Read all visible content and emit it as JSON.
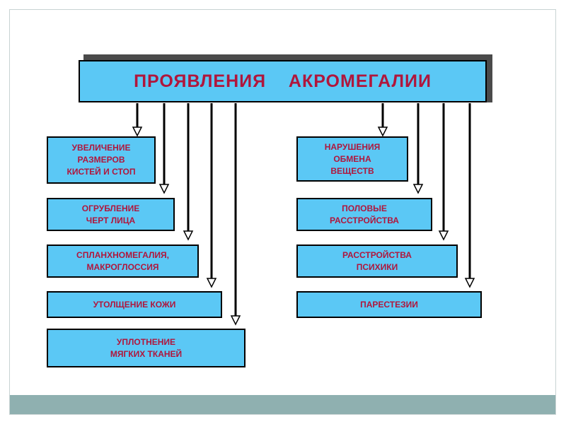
{
  "title": "ПРОЯВЛЕНИЯ    АКРОМЕГАЛИИ",
  "left_items": [
    "УВЕЛИЧЕНИЕ\nРАЗМЕРОВ\nКИСТЕЙ И СТОП",
    "ОГРУБЛЕНИЕ\nЧЕРТ ЛИЦА",
    "СПЛАНХНОМЕГАЛИЯ,\nМАКРОГЛОССИЯ",
    "УТОЛЩЕНИЕ  КОЖИ",
    "УПЛОТНЕНИЕ\nМЯГКИХ ТКАНЕЙ"
  ],
  "right_items": [
    "НАРУШЕНИЯ\nОБМЕНА\nВЕЩЕСТВ",
    "ПОЛОВЫЕ\nРАССТРОЙСТВА",
    "РАССТРОЙСТВА\nПСИХИКИ",
    "ПАРЕСТЕЗИИ"
  ],
  "colors": {
    "box_fill": "#5bc8f5",
    "text": "#b0163c",
    "band": "#8fb0b0"
  }
}
